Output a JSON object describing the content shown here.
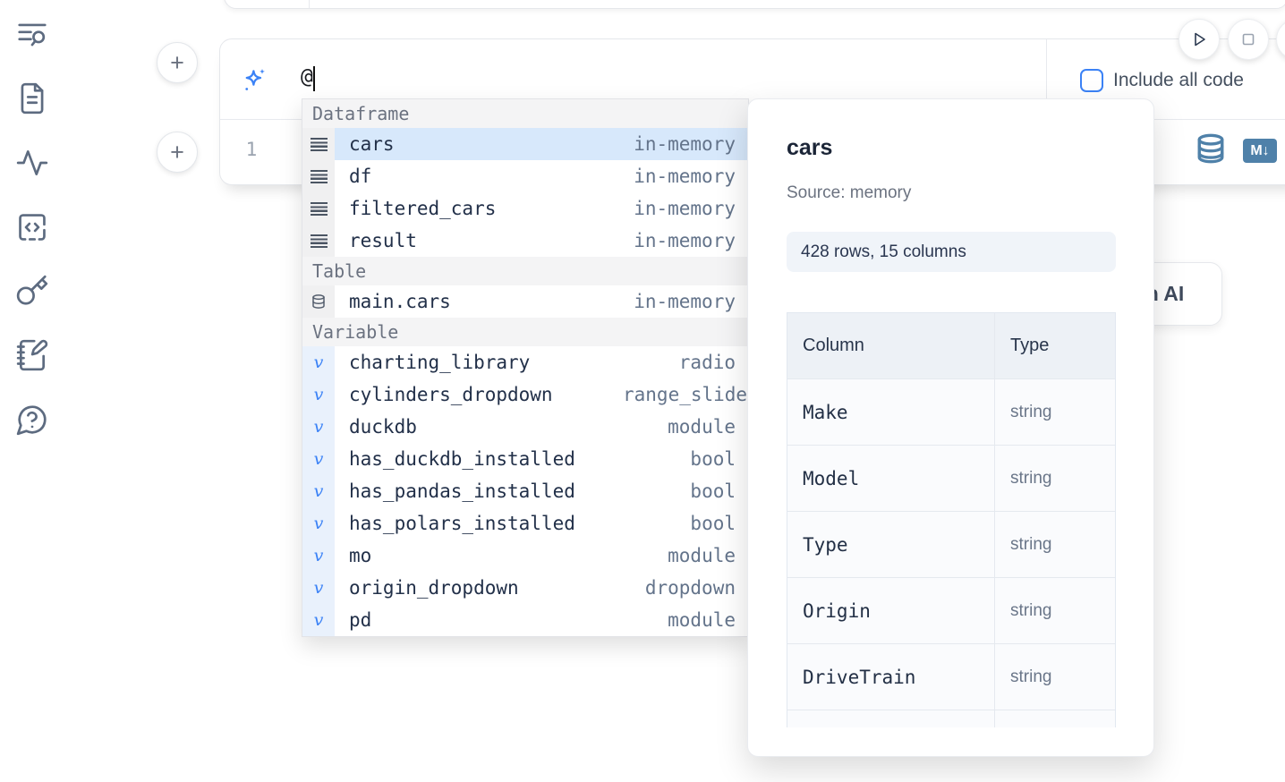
{
  "colors": {
    "accent": "#3b82f6",
    "icon_steel_blue": "#4f81a9",
    "selection_highlight": "#d7e8fb"
  },
  "sidebar": {
    "icons": [
      "toc-search",
      "file",
      "activity",
      "snippets",
      "key",
      "scratchpad",
      "help"
    ]
  },
  "run_controls": {
    "buttons": [
      "run",
      "stop",
      "clipped-edge-button"
    ]
  },
  "cell": {
    "prompt_value": "@",
    "include_all_code_label": "Include all code",
    "line_number": "1",
    "markdown_badge": "M↓"
  },
  "ai_button": {
    "visible_label_fragment": "h AI"
  },
  "autocomplete": {
    "sections": [
      {
        "label": "Dataframe",
        "items": [
          {
            "icon": "rows",
            "name": "cars",
            "type": "in-memory",
            "selected": true
          },
          {
            "icon": "rows",
            "name": "df",
            "type": "in-memory"
          },
          {
            "icon": "rows",
            "name": "filtered_cars",
            "type": "in-memory"
          },
          {
            "icon": "rows",
            "name": "result",
            "type": "in-memory"
          }
        ]
      },
      {
        "label": "Table",
        "items": [
          {
            "icon": "database",
            "name": "main.cars",
            "type": "in-memory"
          }
        ]
      },
      {
        "label": "Variable",
        "items": [
          {
            "icon": "variable",
            "name": "charting_library",
            "type": "radio"
          },
          {
            "icon": "variable",
            "name": "cylinders_dropdown",
            "type": "range_slider",
            "type_overflow": true
          },
          {
            "icon": "variable",
            "name": "duckdb",
            "type": "module"
          },
          {
            "icon": "variable",
            "name": "has_duckdb_installed",
            "type": "bool"
          },
          {
            "icon": "variable",
            "name": "has_pandas_installed",
            "type": "bool"
          },
          {
            "icon": "variable",
            "name": "has_polars_installed",
            "type": "bool"
          },
          {
            "icon": "variable",
            "name": "mo",
            "type": "module"
          },
          {
            "icon": "variable",
            "name": "origin_dropdown",
            "type": "dropdown"
          },
          {
            "icon": "variable",
            "name": "pd",
            "type": "module",
            "clipped": true
          }
        ]
      }
    ]
  },
  "preview": {
    "title": "cars",
    "source": "Source: memory",
    "shape": "428 rows, 15 columns",
    "table": {
      "headers": [
        "Column",
        "Type"
      ],
      "rows": [
        [
          "Make",
          "string"
        ],
        [
          "Model",
          "string"
        ],
        [
          "Type",
          "string"
        ],
        [
          "Origin",
          "string"
        ],
        [
          "DriveTrain",
          "string"
        ],
        [
          "",
          ""
        ]
      ]
    }
  }
}
